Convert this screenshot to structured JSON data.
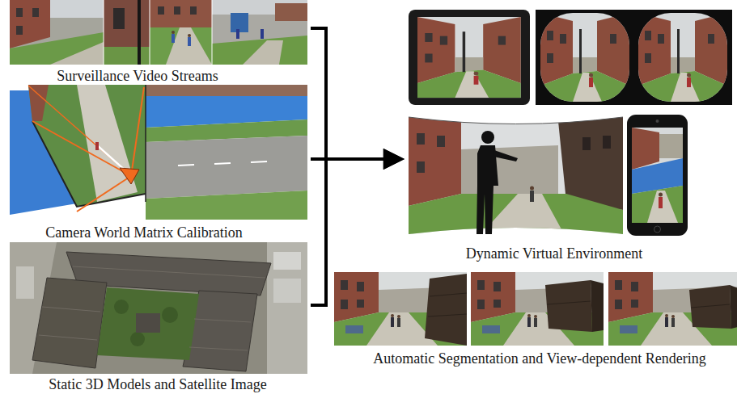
{
  "diagram": {
    "nodes": [
      {
        "text": [
          "Surveillance Video Streams"
        ]
      },
      {
        "text": [
          "Camera World Matrix Calibration"
        ]
      },
      {
        "text": [
          "Static 3D Models and Satellite Image"
        ]
      },
      {
        "text": [
          "Dynamic Virtual Environment"
        ]
      },
      {
        "text": [
          "Automatic Segmentation and View-dependent Rendering"
        ]
      }
    ],
    "edges": [
      {
        "from": 0,
        "to": 3,
        "arrow": "to"
      },
      {
        "from": 1,
        "to": 3,
        "arrow": "to"
      },
      {
        "from": 2,
        "to": 3,
        "arrow": "to"
      }
    ]
  }
}
